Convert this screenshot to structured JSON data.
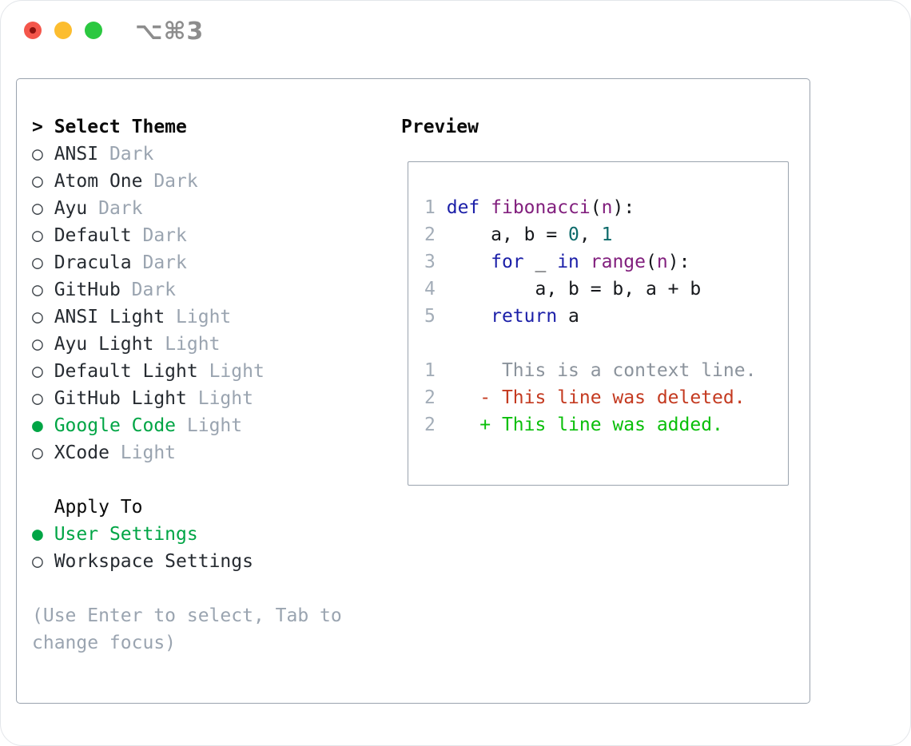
{
  "titlebar": {
    "title": "⌥⌘3",
    "traffic_lights": [
      {
        "name": "close",
        "color": "#f4564b",
        "inner_dot_color": "#8c120e"
      },
      {
        "name": "minimize",
        "color": "#fcbd2f"
      },
      {
        "name": "zoom",
        "color": "#2bc840"
      }
    ]
  },
  "icons": {
    "cursor": ">",
    "radio_unselected": "○",
    "radio_selected": "●"
  },
  "theme_panel": {
    "heading": "Select Theme",
    "items": [
      {
        "name": "ANSI",
        "variant": "Dark",
        "selected": false
      },
      {
        "name": "Atom One",
        "variant": "Dark",
        "selected": false
      },
      {
        "name": "Ayu",
        "variant": "Dark",
        "selected": false
      },
      {
        "name": "Default",
        "variant": "Dark",
        "selected": false
      },
      {
        "name": "Dracula",
        "variant": "Dark",
        "selected": false
      },
      {
        "name": "GitHub",
        "variant": "Dark",
        "selected": false
      },
      {
        "name": "ANSI Light",
        "variant": "Light",
        "selected": false
      },
      {
        "name": "Ayu Light",
        "variant": "Light",
        "selected": false
      },
      {
        "name": "Default Light",
        "variant": "Light",
        "selected": false
      },
      {
        "name": "GitHub Light",
        "variant": "Light",
        "selected": false
      },
      {
        "name": "Google Code",
        "variant": "Light",
        "selected": true
      },
      {
        "name": "XCode",
        "variant": "Light",
        "selected": false
      }
    ],
    "apply_to": {
      "heading": "Apply To",
      "options": [
        {
          "label": "User Settings",
          "selected": true
        },
        {
          "label": "Workspace Settings",
          "selected": false
        }
      ]
    },
    "hint_lines": [
      "(Use Enter to select, Tab to",
      "change focus)"
    ]
  },
  "preview_panel": {
    "heading": "Preview",
    "code_lines": [
      {
        "num": "1",
        "segments": [
          [
            "kw",
            "def"
          ],
          [
            "plain",
            " "
          ],
          [
            "fn",
            "fibonacci"
          ],
          [
            "plain",
            "("
          ],
          [
            "fn",
            "n"
          ],
          [
            "plain",
            "):"
          ]
        ]
      },
      {
        "num": "2",
        "segments": [
          [
            "plain",
            "    a, b = "
          ],
          [
            "numlit",
            "0"
          ],
          [
            "plain",
            ", "
          ],
          [
            "numlit",
            "1"
          ]
        ]
      },
      {
        "num": "3",
        "segments": [
          [
            "plain",
            "    "
          ],
          [
            "kw",
            "for"
          ],
          [
            "plain",
            " _ "
          ],
          [
            "kw",
            "in"
          ],
          [
            "plain",
            " "
          ],
          [
            "fn",
            "range"
          ],
          [
            "plain",
            "("
          ],
          [
            "fn",
            "n"
          ],
          [
            "plain",
            "):"
          ]
        ]
      },
      {
        "num": "4",
        "segments": [
          [
            "plain",
            "        a, b = b, a + b"
          ]
        ]
      },
      {
        "num": "5",
        "segments": [
          [
            "plain",
            "    "
          ],
          [
            "kw",
            "return"
          ],
          [
            "plain",
            " a"
          ]
        ]
      }
    ],
    "diff_lines": [
      {
        "num": "1",
        "segments": [
          [
            "ctx",
            "     This is a context line."
          ]
        ]
      },
      {
        "num": "2",
        "segments": [
          [
            "del",
            "   - This line was deleted."
          ]
        ]
      },
      {
        "num": "2",
        "segments": [
          [
            "add",
            "   + This line was added."
          ]
        ]
      }
    ]
  },
  "colors": {
    "selection_green": "#00a545",
    "diff_added_green": "#0abf0a",
    "diff_deleted_red": "#c43a20",
    "keyword_blue": "#1b1fa8",
    "function_purple": "#82207e",
    "number_teal": "#0d6a6a",
    "dim_gray": "#9aa4b0",
    "gutter_gray": "#a3adb8",
    "border_gray": "#9aa3ae"
  }
}
